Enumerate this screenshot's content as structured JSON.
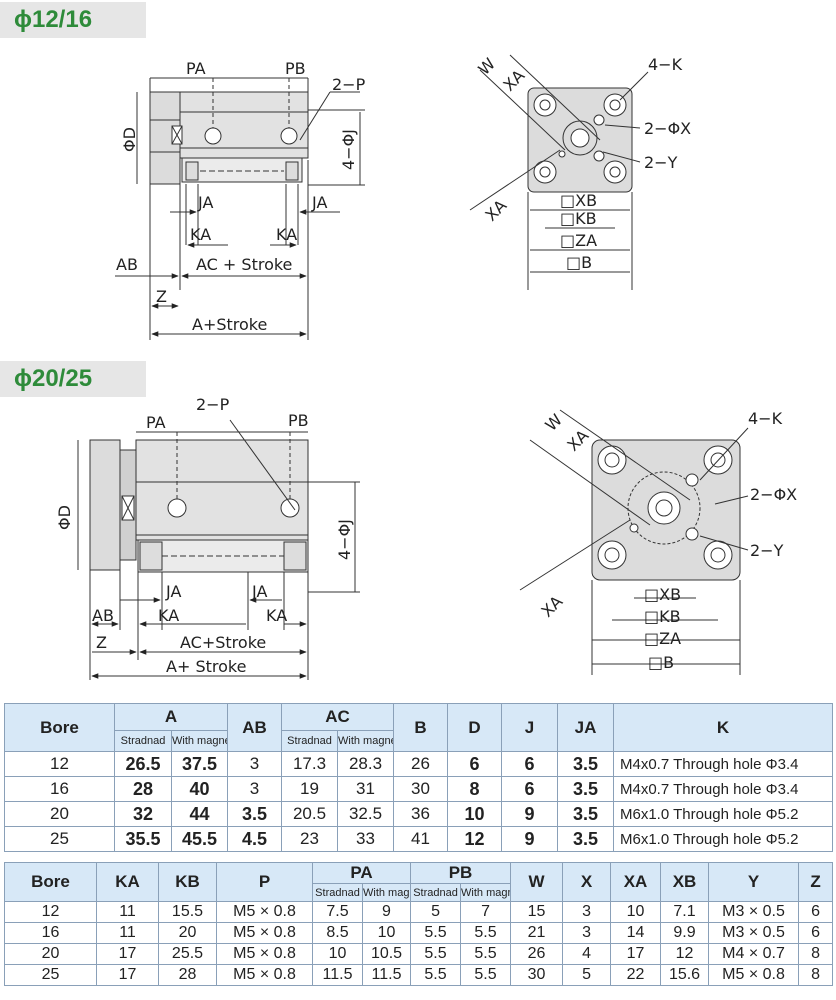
{
  "sections": [
    {
      "title": "ϕ12/16"
    },
    {
      "title": "ϕ20/25"
    }
  ],
  "diagram_top": {
    "labels": {
      "pa": "PA",
      "pb": "PB",
      "p": "2−P",
      "j": "4−ΦJ",
      "d": "ΦD",
      "ja_left": "JA",
      "ja_right": "JA",
      "ka_left": "KA",
      "ka_right": "KA",
      "ab": "AB",
      "ac": "AC + Stroke",
      "z": "Z",
      "a": "A+Stroke",
      "w": "W",
      "xa_top": "XA",
      "k": "4−K",
      "x": "2−ΦX",
      "y": "2−Y",
      "xa_bottom": "XA",
      "xb": "□XB",
      "kb": "□KB",
      "za": "□ZA",
      "b": "□B"
    }
  },
  "diagram_bottom": {
    "labels": {
      "pa": "PA",
      "p": "2−P",
      "pb": "PB",
      "d": "ΦD",
      "j": "4−ΦJ",
      "ja_left": "JA",
      "ja_right": "JA",
      "ab": "AB",
      "ka_left": "KA",
      "ka_right": "KA",
      "z": "Z",
      "ac": "AC+Stroke",
      "a": "A+ Stroke",
      "w": "W",
      "xa_top": "XA",
      "k": "4−K",
      "x": "2−ΦX",
      "y": "2−Y",
      "xa_bottom": "XA",
      "xb": "□XB",
      "kb": "□KB",
      "za": "□ZA",
      "b": "□B"
    }
  },
  "table1": {
    "headers": {
      "bore": "Bore",
      "a": "A",
      "a_std": "Stradnad",
      "a_mag": "With magnetic",
      "ab": "AB",
      "ac": "AC",
      "ac_std": "Stradnad",
      "ac_mag": "With magnetic",
      "b": "B",
      "d": "D",
      "j": "J",
      "ja": "JA",
      "k": "K"
    },
    "rows": [
      [
        "12",
        "26.5",
        "37.5",
        "3",
        "17.3",
        "28.3",
        "26",
        "6",
        "6",
        "3.5",
        "M4x0.7 Through hole Φ3.4"
      ],
      [
        "16",
        "28",
        "40",
        "3",
        "19",
        "31",
        "30",
        "8",
        "6",
        "3.5",
        "M4x0.7 Through hole Φ3.4"
      ],
      [
        "20",
        "32",
        "44",
        "3.5",
        "20.5",
        "32.5",
        "36",
        "10",
        "9",
        "3.5",
        "M6x1.0 Through hole Φ5.2"
      ],
      [
        "25",
        "35.5",
        "45.5",
        "4.5",
        "23",
        "33",
        "41",
        "12",
        "9",
        "3.5",
        "M6x1.0 Through hole Φ5.2"
      ]
    ]
  },
  "table2": {
    "headers": {
      "bore": "Bore",
      "ka": "KA",
      "kb": "KB",
      "p": "P",
      "pa": "PA",
      "pa_std": "Stradnad",
      "pa_mag": "With magnetic",
      "pb": "PB",
      "pb_std": "Stradnad",
      "pb_mag": "With magnetic",
      "w": "W",
      "x": "X",
      "xa": "XA",
      "xb": "XB",
      "y": "Y",
      "z": "Z"
    },
    "rows": [
      [
        "12",
        "11",
        "15.5",
        "M5 × 0.8",
        "7.5",
        "9",
        "5",
        "7",
        "15",
        "3",
        "10",
        "7.1",
        "M3 × 0.5",
        "6"
      ],
      [
        "16",
        "11",
        "20",
        "M5 × 0.8",
        "8.5",
        "10",
        "5.5",
        "5.5",
        "21",
        "3",
        "14",
        "9.9",
        "M3 × 0.5",
        "6"
      ],
      [
        "20",
        "17",
        "25.5",
        "M5 × 0.8",
        "10",
        "10.5",
        "5.5",
        "5.5",
        "26",
        "4",
        "17",
        "12",
        "M4 × 0.7",
        "8"
      ],
      [
        "25",
        "17",
        "28",
        "M5 × 0.8",
        "11.5",
        "11.5",
        "5.5",
        "5.5",
        "30",
        "5",
        "22",
        "15.6",
        "M5 × 0.8",
        "8"
      ]
    ]
  },
  "colors": {
    "badge_text": "#2e8b3a",
    "table_header": "#d7e8f7",
    "body_fill": "#dcdcdc"
  }
}
